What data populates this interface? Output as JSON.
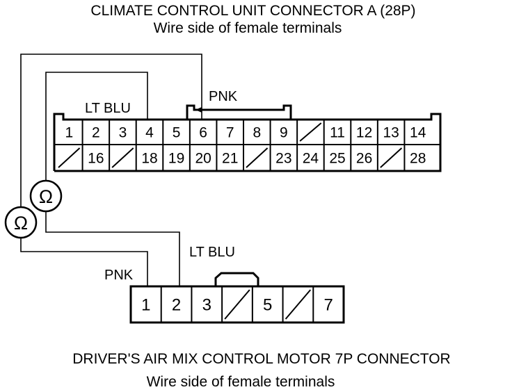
{
  "titles": {
    "top_connector": "CLIMATE CONTROL UNIT CONNECTOR A (28P)",
    "top_subtitle": "Wire side of female terminals",
    "bottom_connector": "DRIVER'S AIR MIX CONTROL MOTOR 7P CONNECTOR",
    "bottom_subtitle": "Wire side of female terminals"
  },
  "wire_labels": {
    "top_lt_blu": "LT BLU",
    "top_pnk": "PNK",
    "bottom_lt_blu": "LT BLU",
    "bottom_pnk": "PNK"
  },
  "ohmmeter_symbol": "Ω",
  "connector_a": {
    "row1": [
      "1",
      "2",
      "3",
      "4",
      "5",
      "6",
      "7",
      "8",
      "9",
      "",
      "11",
      "12",
      "13",
      "14"
    ],
    "row2": [
      "",
      "16",
      "",
      "18",
      "19",
      "20",
      "21",
      "",
      "23",
      "24",
      "25",
      "26",
      "",
      "28"
    ]
  },
  "connector_b": {
    "cells": [
      "1",
      "2",
      "3",
      "",
      "5",
      "",
      "7"
    ]
  }
}
